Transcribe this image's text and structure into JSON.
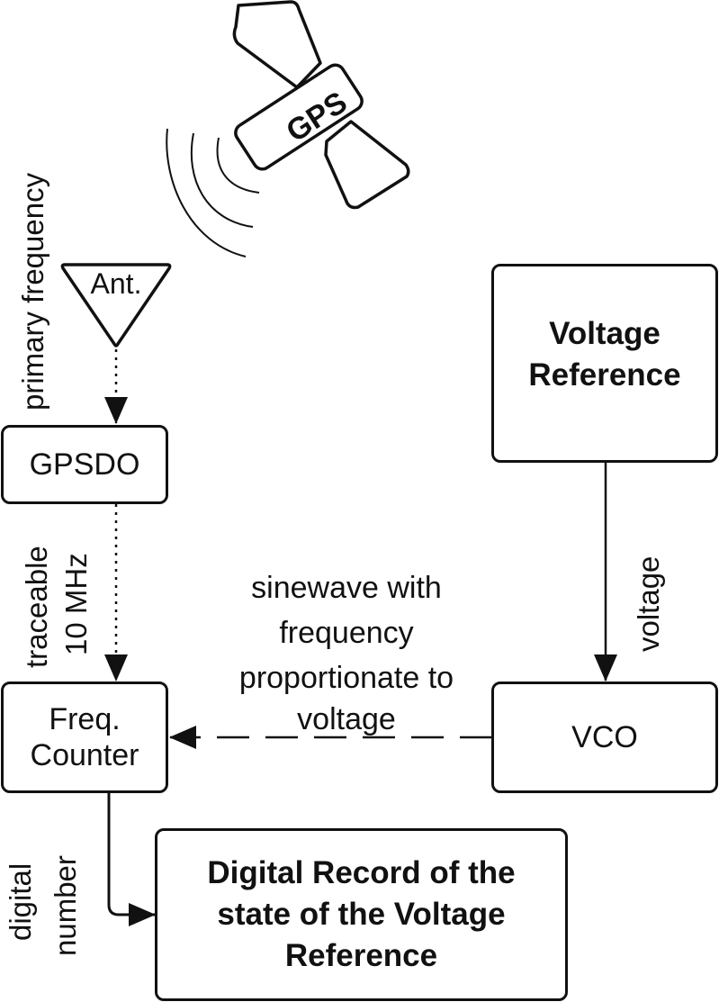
{
  "satellite": {
    "label": "GPS",
    "icon": "satellite-icon"
  },
  "nodes": {
    "antenna": {
      "label": "Ant.",
      "icon": "antenna-triangle-icon"
    },
    "gpsdo": {
      "label": "GPSDO"
    },
    "freq_counter": {
      "line1": "Freq.",
      "line2": "Counter"
    },
    "voltage_reference": {
      "line1": "Voltage",
      "line2": "Reference"
    },
    "vco": {
      "label": "VCO"
    },
    "digital_record": {
      "line1": "Digital Record of the",
      "line2": "state of the Voltage",
      "line3": "Reference"
    }
  },
  "edges": {
    "antenna_to_gpsdo": {
      "label": "primary frequency",
      "style": "dotted"
    },
    "gpsdo_to_counter": {
      "line1": "traceable",
      "line2": "10 MHz",
      "style": "dotted"
    },
    "vref_to_vco": {
      "label": "voltage",
      "style": "solid"
    },
    "vco_to_counter": {
      "line1": "sinewave with",
      "line2": "frequency",
      "line3": "proportionate to",
      "line4": "voltage",
      "style": "dashed"
    },
    "counter_to_record": {
      "line1": "digital",
      "line2": "number",
      "style": "solid"
    }
  },
  "colors": {
    "stroke": "#111111",
    "background": "#ffffff"
  }
}
